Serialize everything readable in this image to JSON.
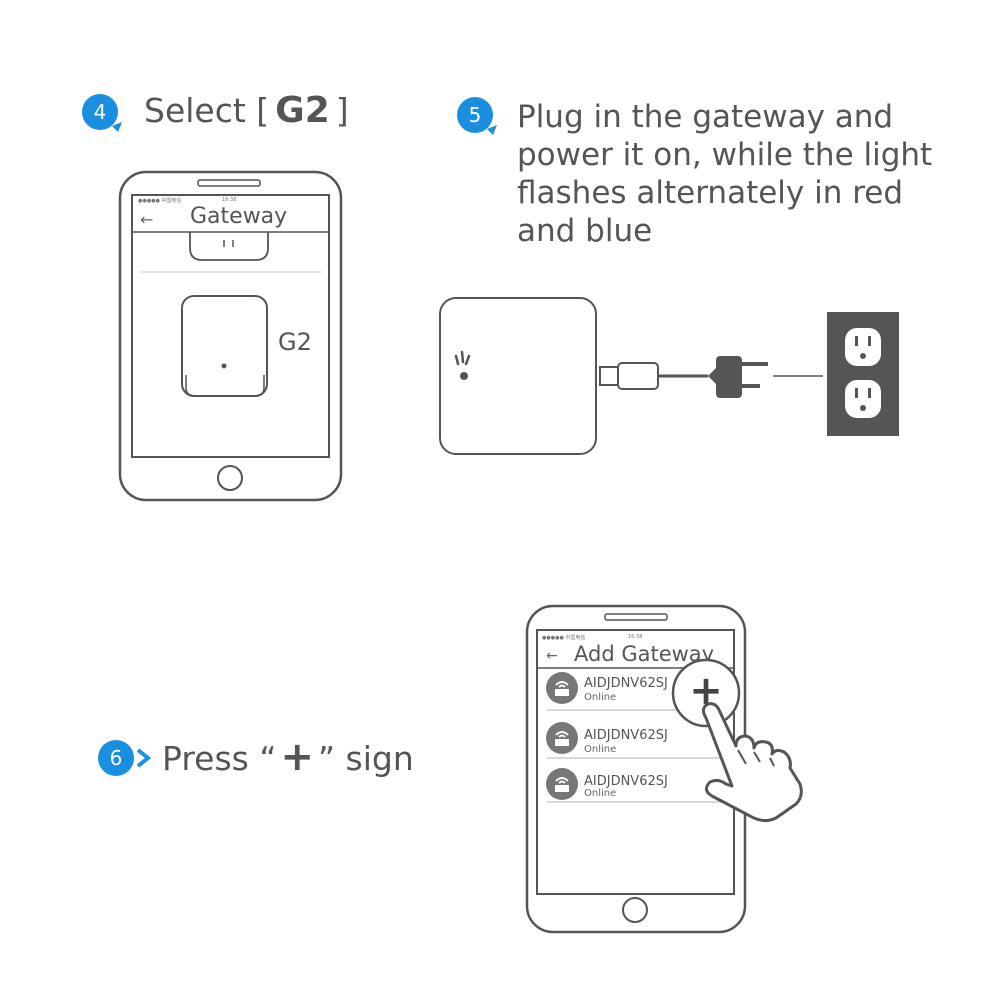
{
  "steps": [
    {
      "number": "4",
      "text_before": "Select [",
      "text_bold": "G2",
      "text_after": "]"
    },
    {
      "number": "5",
      "lines": [
        "Plug in the gateway and",
        "power it on, while the light",
        "flashes alternately in red",
        "and blue"
      ]
    },
    {
      "number": "6",
      "text_before": "Press “",
      "text_bold": "+",
      "text_after": "” sign"
    }
  ],
  "phone1": {
    "status_time": "16:38",
    "status_carrier": "●●●●● 中国电信",
    "back": "←",
    "title": "Gateway",
    "device_label": "G2"
  },
  "phone2": {
    "status_time": "16:38",
    "status_carrier": "●●●●● 中国电信",
    "back": "←",
    "title": "Add Gateway",
    "add_symbol": "+",
    "items": [
      {
        "name": "AIDJDNV62SJ",
        "status": "Online"
      },
      {
        "name": "AIDJDNV62SJ",
        "status": "Online"
      },
      {
        "name": "AIDJDNV62SJ",
        "status": "Online"
      }
    ]
  },
  "colors": {
    "accent": "#1a8fe0",
    "line": "#555555",
    "outlet": "#555555"
  }
}
